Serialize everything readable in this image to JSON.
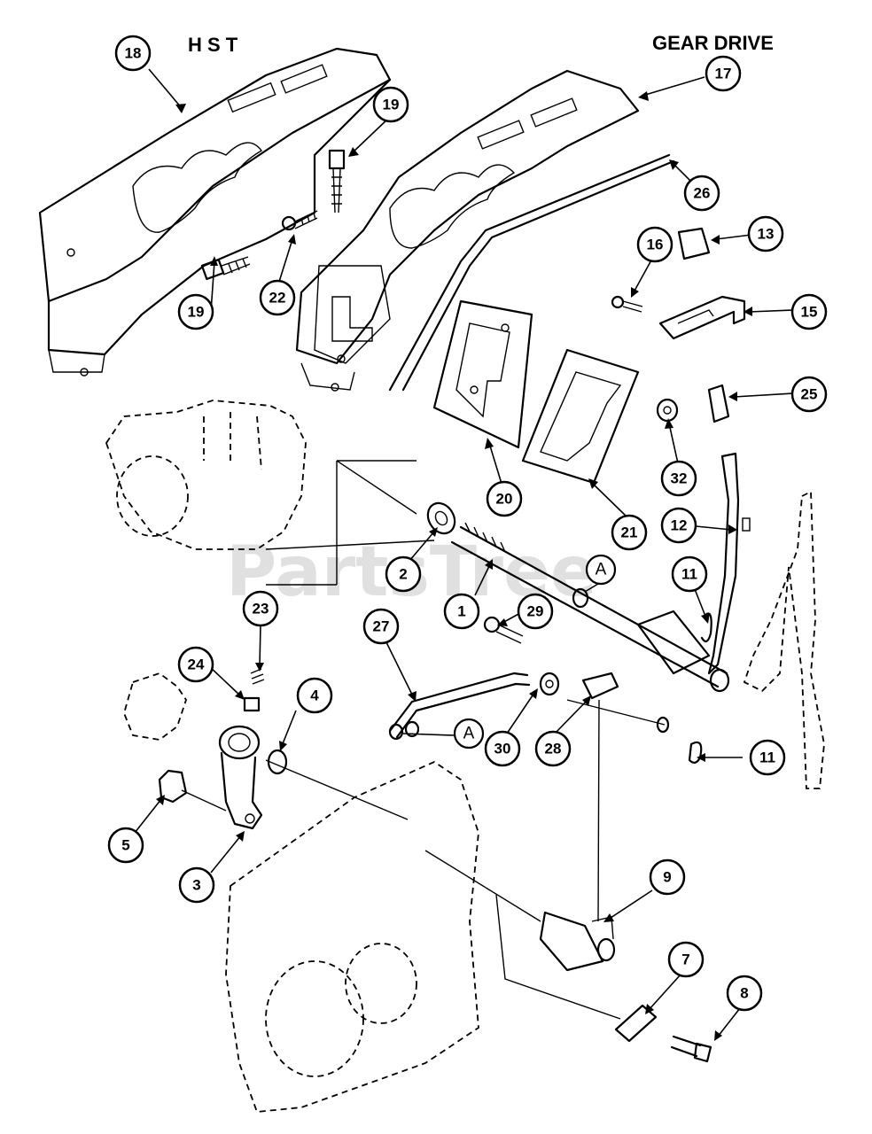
{
  "headings": {
    "left": "H S T",
    "right": "GEAR DRIVE"
  },
  "watermark": "PartsTree",
  "callouts": [
    {
      "id": "c18",
      "label": "18"
    },
    {
      "id": "c17",
      "label": "17"
    },
    {
      "id": "c19a",
      "label": "19"
    },
    {
      "id": "c26",
      "label": "26"
    },
    {
      "id": "c13",
      "label": "13"
    },
    {
      "id": "c16",
      "label": "16"
    },
    {
      "id": "c22",
      "label": "22"
    },
    {
      "id": "c15",
      "label": "15"
    },
    {
      "id": "c19b",
      "label": "19"
    },
    {
      "id": "c25",
      "label": "25"
    },
    {
      "id": "c32",
      "label": "32"
    },
    {
      "id": "c20",
      "label": "20"
    },
    {
      "id": "c21",
      "label": "21"
    },
    {
      "id": "c12",
      "label": "12"
    },
    {
      "id": "c2",
      "label": "2"
    },
    {
      "id": "c1",
      "label": "1"
    },
    {
      "id": "c11a",
      "label": "11"
    },
    {
      "id": "c29",
      "label": "29"
    },
    {
      "id": "c23",
      "label": "23"
    },
    {
      "id": "c27",
      "label": "27"
    },
    {
      "id": "c24",
      "label": "24"
    },
    {
      "id": "c4",
      "label": "4"
    },
    {
      "id": "c30",
      "label": "30"
    },
    {
      "id": "c28",
      "label": "28"
    },
    {
      "id": "c11b",
      "label": "11"
    },
    {
      "id": "c5",
      "label": "5"
    },
    {
      "id": "c3",
      "label": "3"
    },
    {
      "id": "c9",
      "label": "9"
    },
    {
      "id": "c7",
      "label": "7"
    },
    {
      "id": "c8",
      "label": "8"
    }
  ],
  "reference_marks": [
    {
      "id": "refA1",
      "label": "A"
    },
    {
      "id": "refA2",
      "label": "A"
    }
  ]
}
